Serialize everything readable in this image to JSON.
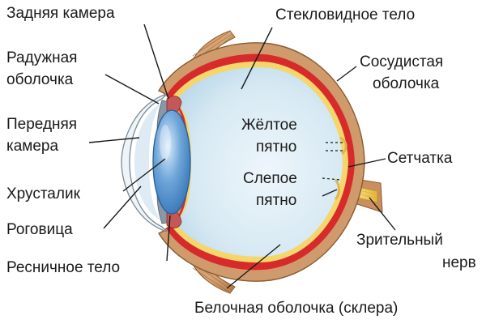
{
  "labels": {
    "posterior_chamber": "Задняя камера",
    "vitreous_body": "Стекловидное тело",
    "iris_line1": "Радужная",
    "iris_line2": "оболочка",
    "choroid_line1": "Сосудистая",
    "choroid_line2": "оболочка",
    "anterior_chamber_line1": "Передняя",
    "anterior_chamber_line2": "камера",
    "macula_line1": "Жёлтое",
    "macula_line2": "пятно",
    "retina": "Сетчатка",
    "blind_spot_line1": "Слепое",
    "blind_spot_line2": "пятно",
    "lens": "Хрусталик",
    "cornea": "Роговица",
    "optic_nerve_line1": "Зрительный",
    "optic_nerve_line2": "нерв",
    "ciliary_body": "Ресничное тело",
    "sclera": "Белочная оболочка (склера)"
  }
}
